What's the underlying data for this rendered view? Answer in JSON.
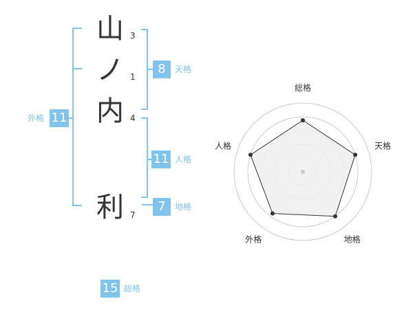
{
  "name": {
    "chars": [
      {
        "char": "山",
        "strokes": "3"
      },
      {
        "char": "ノ",
        "strokes": "1"
      },
      {
        "char": "内",
        "strokes": "4"
      },
      {
        "char": "利",
        "strokes": "7"
      }
    ]
  },
  "kaku": {
    "tenkaku": {
      "value": "8",
      "label": "天格"
    },
    "jinkaku": {
      "value": "11",
      "label": "人格"
    },
    "chikaku": {
      "value": "7",
      "label": "地格"
    },
    "gaikaku": {
      "value": "11",
      "label": "外格"
    },
    "soukaku": {
      "value": "15",
      "label": "総格"
    }
  },
  "chart_data": {
    "type": "radar",
    "axes": [
      "総格",
      "天格",
      "地格",
      "外格",
      "人格"
    ],
    "values": [
      0.75,
      0.8,
      0.8,
      0.75,
      0.8
    ],
    "range": [
      0,
      1
    ],
    "grid": true
  },
  "colors": {
    "accent": "#7fc4ee",
    "text": "#333333",
    "radar_fill": "#eeeeee",
    "grid": "#cccccc"
  }
}
